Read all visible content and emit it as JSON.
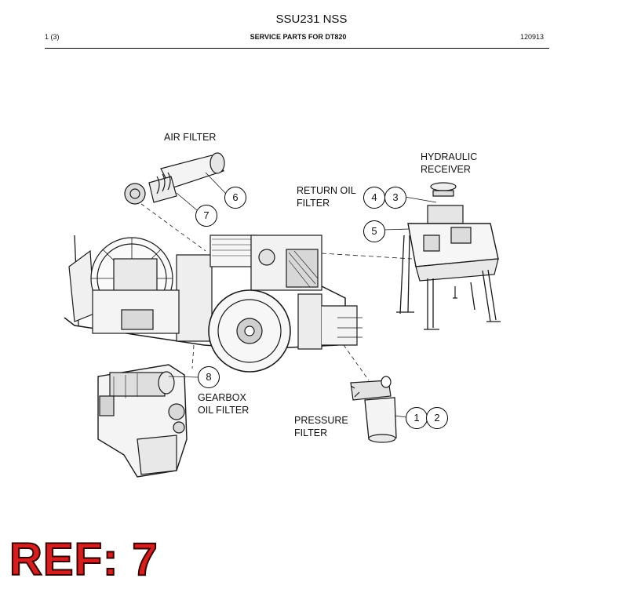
{
  "header": {
    "title": "SSU231 NSS",
    "page": "1 (3)",
    "subtitle": "SERVICE PARTS FOR DT820",
    "code": "120913"
  },
  "labels": {
    "air_filter": "AIR FILTER",
    "hydraulic_1": "HYDRAULIC",
    "hydraulic_2": "RECEIVER",
    "return_1": "RETURN OIL",
    "return_2": "FILTER",
    "gearbox_1": "GEARBOX",
    "gearbox_2": "OIL FILTER",
    "pressure_1": "PRESSURE",
    "pressure_2": "FILTER"
  },
  "bubbles": {
    "b1": "1",
    "b2": "2",
    "b3": "3",
    "b4": "4",
    "b5": "5",
    "b6": "6",
    "b7": "7",
    "b8": "8"
  },
  "stamp": "REF: 7"
}
